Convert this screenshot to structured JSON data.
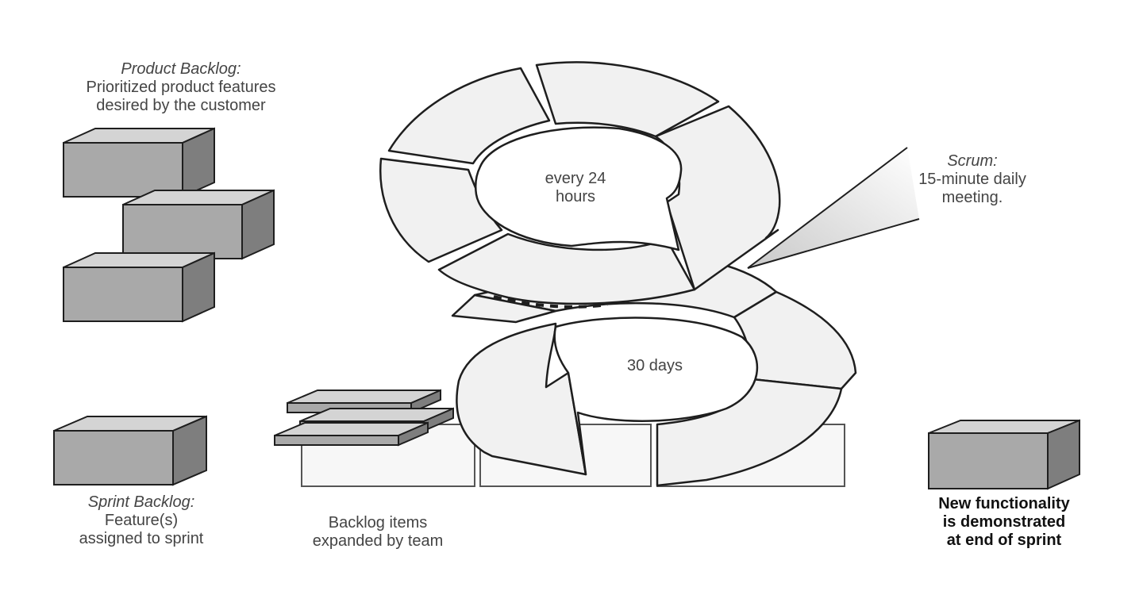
{
  "product_backlog": {
    "title": "Product Backlog:",
    "line1": "Prioritized product features",
    "line2": "desired by the customer"
  },
  "sprint_backlog": {
    "title": "Sprint Backlog:",
    "line1": "Feature(s)",
    "line2": "assigned to sprint"
  },
  "backlog_items": {
    "line1": "Backlog items",
    "line2": "expanded by team"
  },
  "scrum": {
    "title": "Scrum:",
    "line1": "15-minute daily",
    "line2": "meeting."
  },
  "daily_cycle": {
    "line1": "every 24",
    "line2": "hours"
  },
  "sprint_cycle": {
    "label": "30 days"
  },
  "new_functionality": {
    "line1": "New functionality",
    "line2": "is demonstrated",
    "line3": "at end of sprint"
  },
  "colors": {
    "box_front": "#a9a9a9",
    "box_top": "#d4d4d4",
    "box_side": "#7e7e7e",
    "segment_fill": "#f1f1f1",
    "stroke": "#1e1e1e"
  }
}
